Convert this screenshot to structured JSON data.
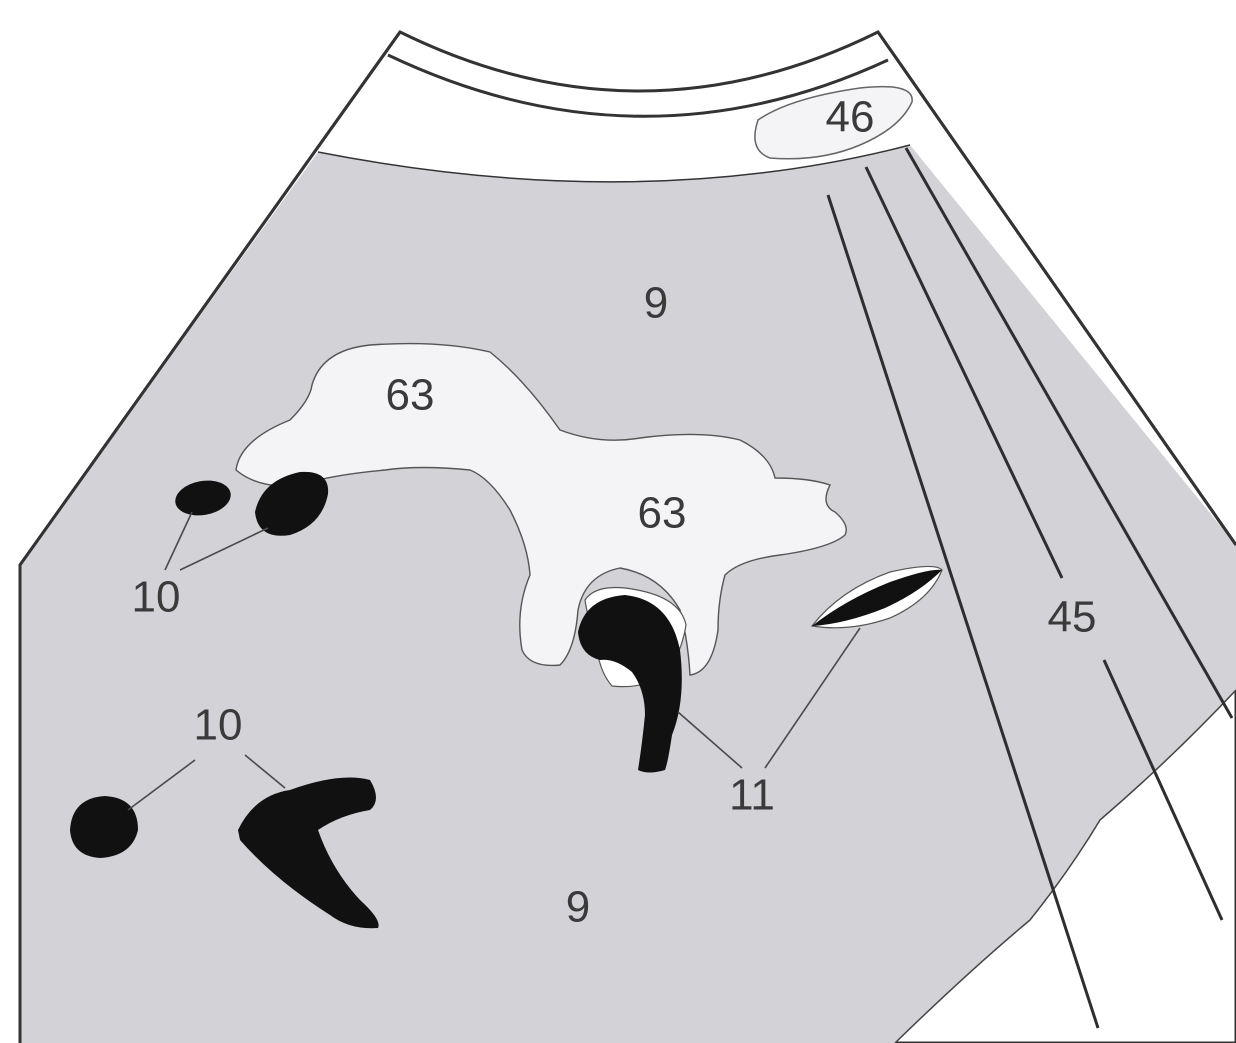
{
  "colors": {
    "background": "#ffffff",
    "tissue": "#d2d2d7",
    "anechoic": "#111111",
    "echogenic": "#f4f4f6",
    "outline": "#333333"
  },
  "labels": {
    "liver_upper": "9",
    "liver_lower": "9",
    "portal_vein_upper": "63",
    "portal_vein_lower": "63",
    "vessels_left_upper": "10",
    "vessels_left_lower": "10",
    "vessels_center": "11",
    "subcutaneous": "46",
    "rib_shadow": "45"
  }
}
